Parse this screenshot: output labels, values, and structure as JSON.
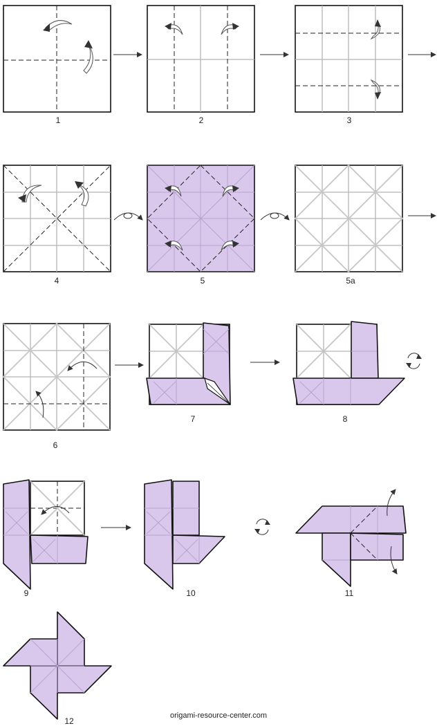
{
  "steps": [
    {
      "label": "1"
    },
    {
      "label": "2"
    },
    {
      "label": "3"
    },
    {
      "label": "4"
    },
    {
      "label": "5"
    },
    {
      "label": "5a"
    },
    {
      "label": "6"
    },
    {
      "label": "7"
    },
    {
      "label": "8"
    },
    {
      "label": "9"
    },
    {
      "label": "10"
    },
    {
      "label": "11"
    },
    {
      "label": "12"
    }
  ],
  "credit": "origami-resource-center.com",
  "colors": {
    "paper_color": "#d9c8ec",
    "line": "#111111",
    "crease": "#b5b5b5"
  },
  "icons": [
    "arrow-right-icon",
    "turn-over-icon",
    "rotate-icon",
    "fold-arrow-icon"
  ]
}
